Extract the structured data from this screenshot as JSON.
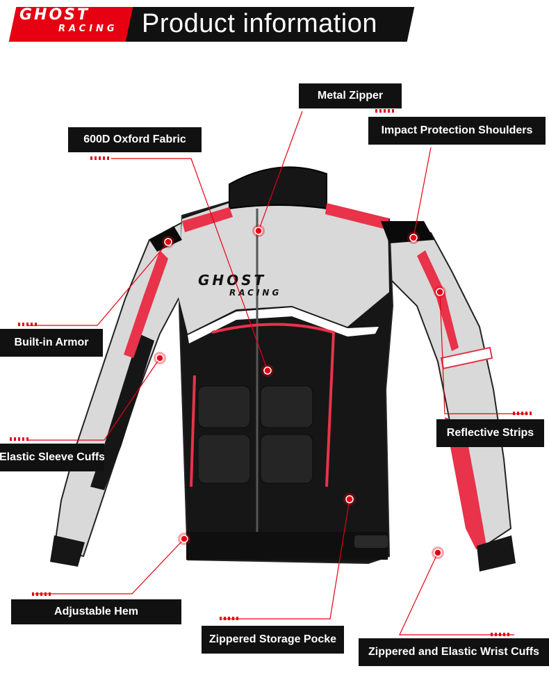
{
  "header": {
    "logo_line1": "GHOST",
    "logo_line2": "RACING",
    "title": "Product information"
  },
  "jacket": {
    "chest_logo_line1": "GHOST",
    "chest_logo_line2": "RACING",
    "colors": {
      "shell_light": "#d9d9d9",
      "shell_dark": "#161616",
      "accent": "#e8334a",
      "callout_bg": "#111111",
      "leader_red": "#e60012"
    }
  },
  "callouts": {
    "metal_zipper": "Metal Zipper",
    "oxford_fabric": "600D Oxford Fabric",
    "shoulders": "Impact Protection Shoulders",
    "armor": "Built-in Armor",
    "sleeve_cuffs": "Elastic Sleeve Cuffs",
    "reflective": "Reflective Strips",
    "hem": "Adjustable Hem",
    "storage": "Zippered Storage Pocke",
    "wrist_cuffs": "Zippered and Elastic Wrist Cuffs"
  }
}
